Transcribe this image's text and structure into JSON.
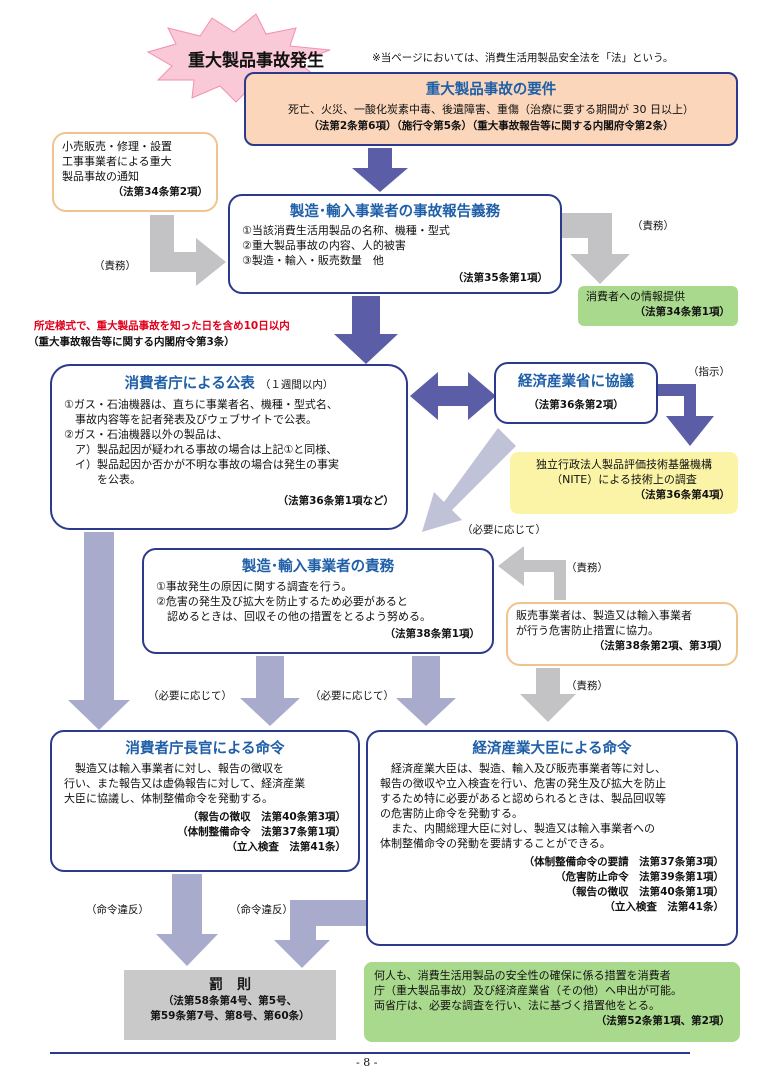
{
  "header": {
    "burst_title": "重大製品事故発生",
    "note": "※当ページにおいては、消費生活用製品安全法を「法」という。"
  },
  "requirements": {
    "title": "重大製品事故の要件",
    "line1": "死亡、火災、一酸化炭素中毒、後遺障害、重傷（治療に要する期間が 30 日以上）",
    "line2": "（法第2条第6項）（施行令第5条）（重大事故報告等に関する内閣府令第2条）"
  },
  "retailer_notice": {
    "line1": "小売販売・修理・設置",
    "line2": "工事事業者による重大",
    "line3": "製品事故の通知",
    "ref": "（法第34条第2項）"
  },
  "report_duty": {
    "title": "製造･輸入事業者の事故報告義務",
    "items": [
      "①当該消費生活用製品の名称、機種・型式",
      "②重大製品事故の内容、人的被害",
      "③製造・輸入・販売数量　他"
    ],
    "ref": "（法第35条第1項）"
  },
  "labels": {
    "sekimu_left": "（責務）",
    "sekimu_right": "（責務）",
    "deadline": "所定様式で、重大製品事故を知った日を含め10日以内",
    "deadline_ref": "（重大事故報告等に関する内閣府令第3条）",
    "shiji": "（指示）",
    "hitsuyou1": "（必要に応じて）",
    "sekimu_mid": "（責務）",
    "hitsuyou2": "（必要に応じて）",
    "hitsuyou3": "（必要に応じて）",
    "sekimu_low": "（責務）",
    "violation1": "（命令違反）",
    "violation2": "（命令違反）"
  },
  "consumer_info": {
    "line1": "消費者への情報提供",
    "ref": "（法第34条第1項）"
  },
  "caa_publication": {
    "title": "消費者庁による公表",
    "title_note": "（１週間以内）",
    "lines": [
      "①ガス・石油機器は、直ちに事業者名、機種・型式名、",
      "　事故内容等を記者発表及びウェブサイトで公表。",
      "②ガス・石油機器以外の製品は、",
      "　ア）製品起因が疑われる事故の場合は上記①と同様、",
      "　イ）製品起因か否かが不明な事故の場合は発生の事実",
      "　　　を公表。"
    ],
    "ref": "（法第36条第1項など）"
  },
  "meti_consult": {
    "title": "経済産業省に協議",
    "ref": "（法第36条第2項）"
  },
  "nite": {
    "line1": "独立行政法人製品評価技術基盤機構",
    "line2": "（NITE）による技術上の調査",
    "ref": "（法第36条第4項）"
  },
  "manufacturer_duty": {
    "title": "製造･輸入事業者の責務",
    "lines": [
      "①事故発生の原因に関する調査を行う。",
      "②危害の発生及び拡大を防止するため必要があると",
      "　認めるときは、回収その他の措置をとるよう努める。"
    ],
    "ref": "（法第38条第1項）"
  },
  "seller_duty": {
    "line1": "販売事業者は、製造又は輸入事業者",
    "line2": "が行う危害防止措置に協力。",
    "ref": "（法第38条第2項、第3項）"
  },
  "caa_order": {
    "title": "消費者庁長官による命令",
    "lines": [
      "　製造又は輸入事業者に対し、報告の徴収を",
      "行い、また報告又は虚偽報告に対して、経済産業",
      "大臣に協議し、体制整備命令を発動する。"
    ],
    "refs": [
      "（報告の徴収　法第40条第3項）",
      "（体制整備命令　法第37条第1項）",
      "（立入検査　法第41条）"
    ]
  },
  "meti_order": {
    "title": "経済産業大臣による命令",
    "lines": [
      "　経済産業大臣は、製造、輸入及び販売事業者等に対し、",
      "報告の徴収や立入検査を行い、危害の発生及び拡大を防止",
      "するため特に必要があると認められるときは、製品回収等",
      "の危害防止命令を発動する。",
      "　また、内閣総理大臣に対し、製造又は輸入事業者への",
      "体制整備命令の発動を要請することができる。"
    ],
    "refs": [
      "（体制整備命令の要請　法第37条第3項）",
      "（危害防止命令　法第39条第1項）",
      "（報告の徴収　法第40条第1項）",
      "（立入検査　法第41条）"
    ]
  },
  "penalty": {
    "title": "罰　則",
    "line1": "（法第58条第4号、第5号、",
    "line2": "第59条第7号、第8号、第60条）"
  },
  "anyone": {
    "lines": [
      "何人も、消費生活用製品の安全性の確保に係る措置を消費者",
      "庁（重大製品事故）及び経済産業省（その他）へ申出が可能。",
      "両省庁は、必要な調査を行い、法に基づく措置他をとる。"
    ],
    "ref": "（法第52条第1項、第2項）"
  },
  "footer": {
    "page_number": "- 8 -"
  }
}
